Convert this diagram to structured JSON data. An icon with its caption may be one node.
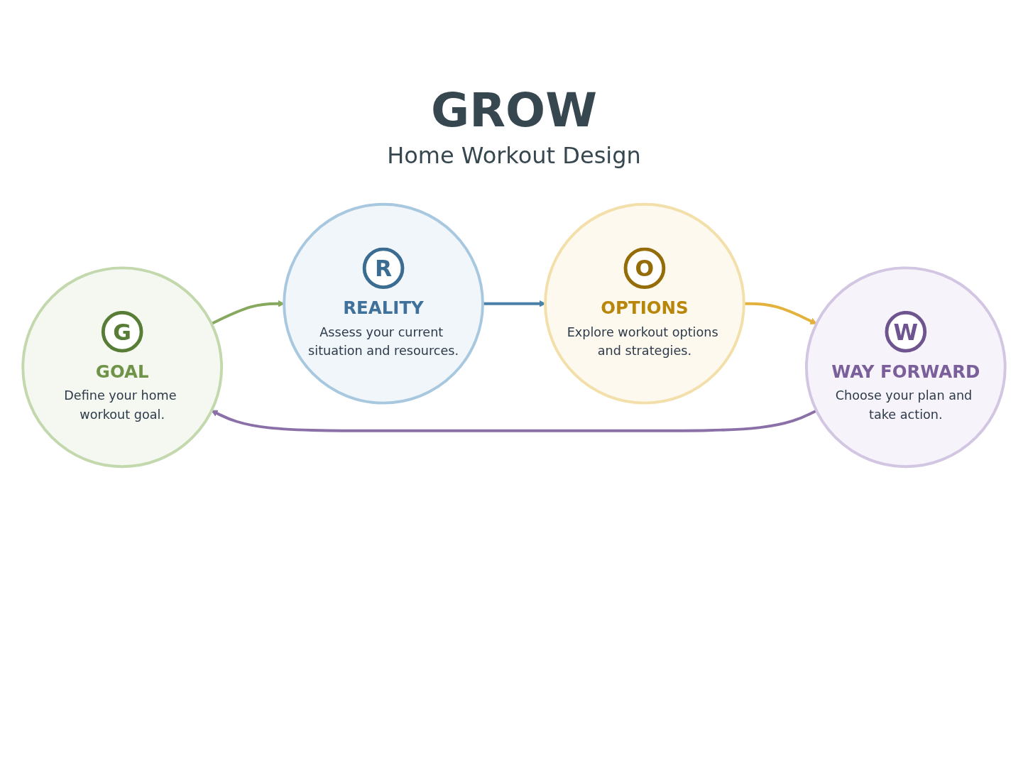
{
  "diagram": {
    "title": "GROW",
    "nodes": [
      {
        "text": [
          "G",
          "GOAL",
          "Define your home workout goal."
        ]
      },
      {
        "text": [
          "R",
          "REALITY",
          "Assess your current situation and resources."
        ]
      },
      {
        "text": [
          "O",
          "OPTIONS",
          "Explore workout options and strategies."
        ]
      },
      {
        "text": [
          "W",
          "WAY FORWARD",
          "Choose your plan and take action."
        ]
      }
    ],
    "edges": [
      {
        "from": 0,
        "to": 1,
        "arrow": "to",
        "color": "#86a95f"
      },
      {
        "from": 1,
        "to": 2,
        "arrow": "to",
        "color": "#4a7fa8"
      },
      {
        "from": 2,
        "to": 3,
        "arrow": "to",
        "color": "#e3b23c"
      },
      {
        "from": 3,
        "to": 0,
        "arrow": "to",
        "color": "#8b70a8"
      }
    ],
    "labels": [
      "Home Workout Design"
    ]
  }
}
